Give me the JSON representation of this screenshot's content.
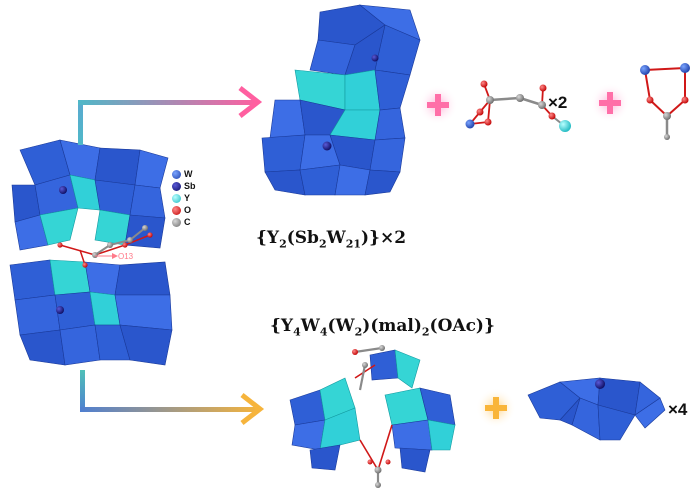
{
  "legend": [
    {
      "symbol": "W",
      "color": "#2f5fd6"
    },
    {
      "symbol": "Sb",
      "color": "#15187a"
    },
    {
      "symbol": "Y",
      "color": "#31d0d8"
    },
    {
      "symbol": "O",
      "color": "#e01818"
    },
    {
      "symbol": "C",
      "color": "#8a8a8a"
    }
  ],
  "atom_label": "O13",
  "formula_top": {
    "parts": [
      "{Y",
      "2",
      "(Sb",
      "2",
      "W",
      "21",
      ")}×2"
    ]
  },
  "formula_bottom": {
    "parts": [
      "{Y",
      "4",
      "W",
      "4",
      "(W",
      "2",
      ")(mal)",
      "2",
      "(OAc)}"
    ]
  },
  "multiplier_top": "×2",
  "multiplier_bottom": "×4",
  "colors": {
    "arrow_top_start": "#4fb8c8",
    "arrow_top_end": "#ff5fa0",
    "arrow_bottom_start": "#4fb8c8",
    "arrow_bottom_end": "#f6b43c",
    "plus_pink": "#ff6fa8",
    "plus_orange": "#f9b53a",
    "polyhedron_blue": "#2f5fd6",
    "polyhedron_cyan": "#35d5d5"
  }
}
